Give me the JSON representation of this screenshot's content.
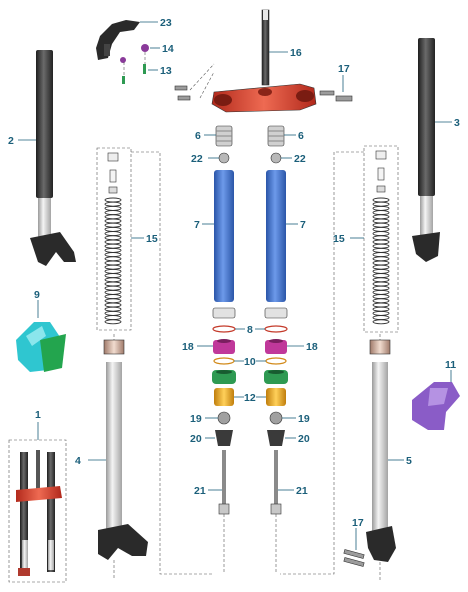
{
  "colors": {
    "callout": "#1b5f7a",
    "fork_tube": "#3a3a3a",
    "lower_leg": "#c8c8c8",
    "crown": "#d9402e",
    "spacer_blue": "#3f72c8",
    "oring_magenta": "#c0389a",
    "seal_green": "#2e9a52",
    "bushing_gold": "#e8a21a",
    "guard_cyan": "#2fc6d0",
    "guard_purple": "#8a5cc7"
  },
  "callouts": {
    "c1": "1",
    "c2": "2",
    "c3": "3",
    "c4": "4",
    "c5": "5",
    "c6l": "6",
    "c6r": "6",
    "c7l": "7",
    "c7r": "7",
    "c8": "8",
    "c9": "9",
    "c10": "10",
    "c11": "11",
    "c12": "12",
    "c13": "13",
    "c14": "14",
    "c15l": "15",
    "c15r": "15",
    "c16": "16",
    "c17t": "17",
    "c17b": "17",
    "c18l": "18",
    "c18r": "18",
    "c19l": "19",
    "c19r": "19",
    "c20l": "20",
    "c20r": "20",
    "c21l": "21",
    "c21r": "21",
    "c22l": "22",
    "c22r": "22",
    "c23": "23"
  }
}
